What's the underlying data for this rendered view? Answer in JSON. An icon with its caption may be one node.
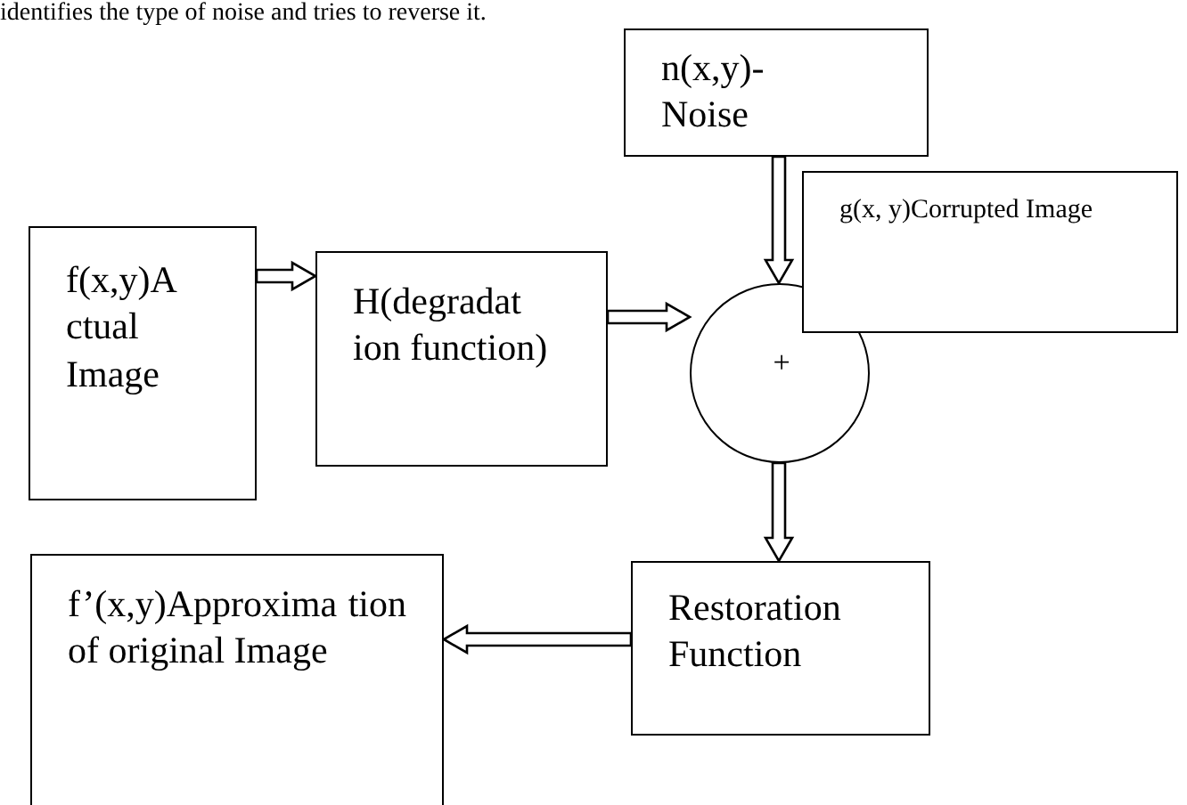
{
  "diagram": {
    "nodes": [
      {
        "text": [
          "n(x,y)- Noise"
        ]
      },
      {
        "text": [
          "g(x, y)Corrupted Image"
        ]
      },
      {
        "text": [
          "f(x,y)A ctual Image"
        ]
      },
      {
        "text": [
          "H(degradat ion function)"
        ]
      },
      {
        "text": [
          "+"
        ]
      },
      {
        "text": [
          "Restoration Function"
        ]
      },
      {
        "text": [
          "f’(x,y)Approxima tion of original Image"
        ]
      }
    ],
    "edges": [
      {
        "from": 2,
        "to": 3,
        "arrow": "to"
      },
      {
        "from": 3,
        "to": 4,
        "arrow": "to"
      },
      {
        "from": 0,
        "to": 4,
        "arrow": "to"
      },
      {
        "from": 4,
        "to": 5,
        "arrow": "to"
      },
      {
        "from": 5,
        "to": 6,
        "arrow": "to"
      }
    ],
    "labels": [
      "identifies the type of noise and tries to reverse it."
    ]
  }
}
